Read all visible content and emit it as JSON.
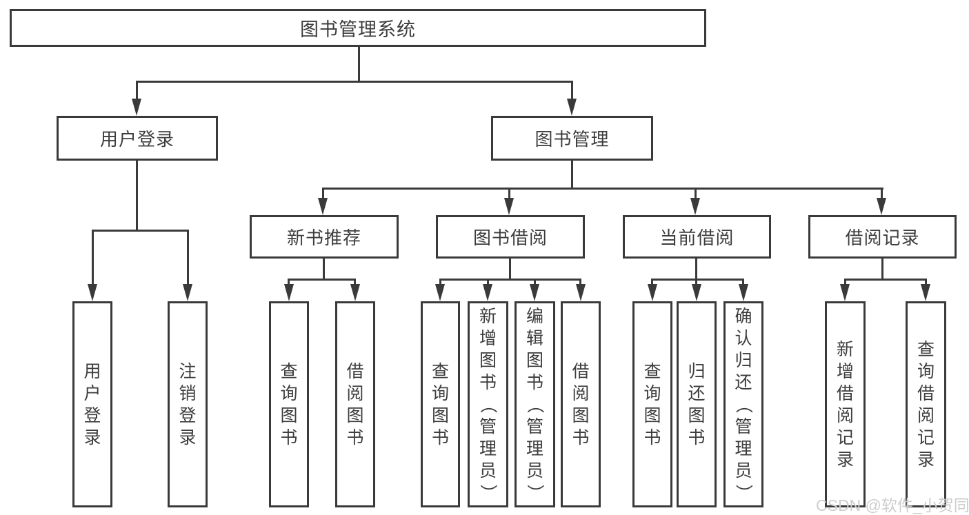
{
  "tree": {
    "label": "图书管理系统",
    "children": [
      {
        "label": "用户登录",
        "children": [
          {
            "label": "用户登录"
          },
          {
            "label": "注销登录"
          }
        ]
      },
      {
        "label": "图书管理",
        "children": [
          {
            "label": "新书推荐",
            "children": [
              {
                "label": "查询图书"
              },
              {
                "label": "借阅图书"
              }
            ]
          },
          {
            "label": "图书借阅",
            "children": [
              {
                "label": "查询图书"
              },
              {
                "label": "新增图书（管理员）"
              },
              {
                "label": "编辑图书（管理员）"
              },
              {
                "label": "借阅图书"
              }
            ]
          },
          {
            "label": "当前借阅",
            "children": [
              {
                "label": "查询图书"
              },
              {
                "label": "归还图书"
              },
              {
                "label": "确认归还（管理员）"
              }
            ]
          },
          {
            "label": "借阅记录",
            "children": [
              {
                "label": "新增借阅记录"
              },
              {
                "label": "查询借阅记录"
              }
            ]
          }
        ]
      }
    ]
  },
  "watermark": {
    "text": "CSDN @软件_小贺同学"
  },
  "colors": {
    "line": "#3a3a3a",
    "text": "#3d3d3d",
    "background": "#ffffff",
    "watermark": "#cdcdcd"
  }
}
